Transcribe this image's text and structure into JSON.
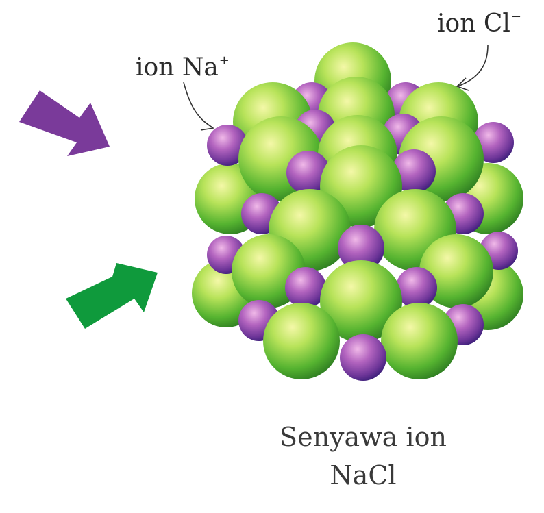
{
  "labels": {
    "na_ion": {
      "text": "ion Na",
      "charge": "+"
    },
    "cl_ion": {
      "text": "ion Cl",
      "charge": "−"
    }
  },
  "caption": {
    "line1": "Senyawa ion",
    "line2": "NaCl"
  },
  "colors": {
    "chloride_sphere": "#7ccf3a",
    "sodium_sphere": "#8e4aa6",
    "arrow_purple": "#7a3a9a",
    "arrow_green": "#0f9a3c",
    "text": "#2b2b2b"
  },
  "icons": {
    "top_arrow": "arrow-purple-icon",
    "bottom_arrow": "arrow-green-icon"
  }
}
